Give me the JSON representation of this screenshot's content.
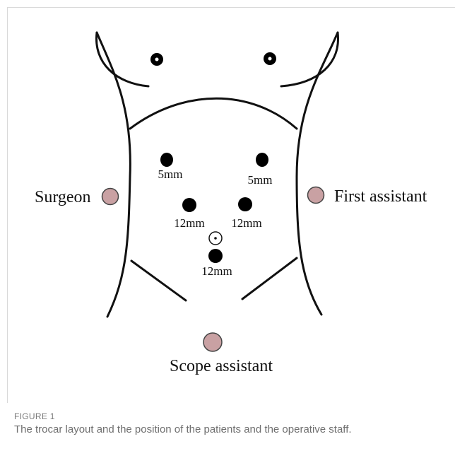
{
  "diagram": {
    "positions": {
      "surgeon": "Surgeon",
      "first_assistant": "First assistant",
      "scope_assistant": "Scope assistant"
    },
    "trocars": [
      {
        "id": "upper-left",
        "size": "5mm"
      },
      {
        "id": "upper-right",
        "size": "5mm"
      },
      {
        "id": "middle-left",
        "size": "12mm"
      },
      {
        "id": "middle-right",
        "size": "12mm"
      },
      {
        "id": "lower-center",
        "size": "12mm"
      }
    ],
    "colors": {
      "outline": "#111111",
      "staff_marker": "#c9a1a3",
      "trocar": "#000000"
    }
  },
  "caption": {
    "tag": "FIGURE 1",
    "text": "The trocar layout and the position of the patients and the operative staff."
  }
}
